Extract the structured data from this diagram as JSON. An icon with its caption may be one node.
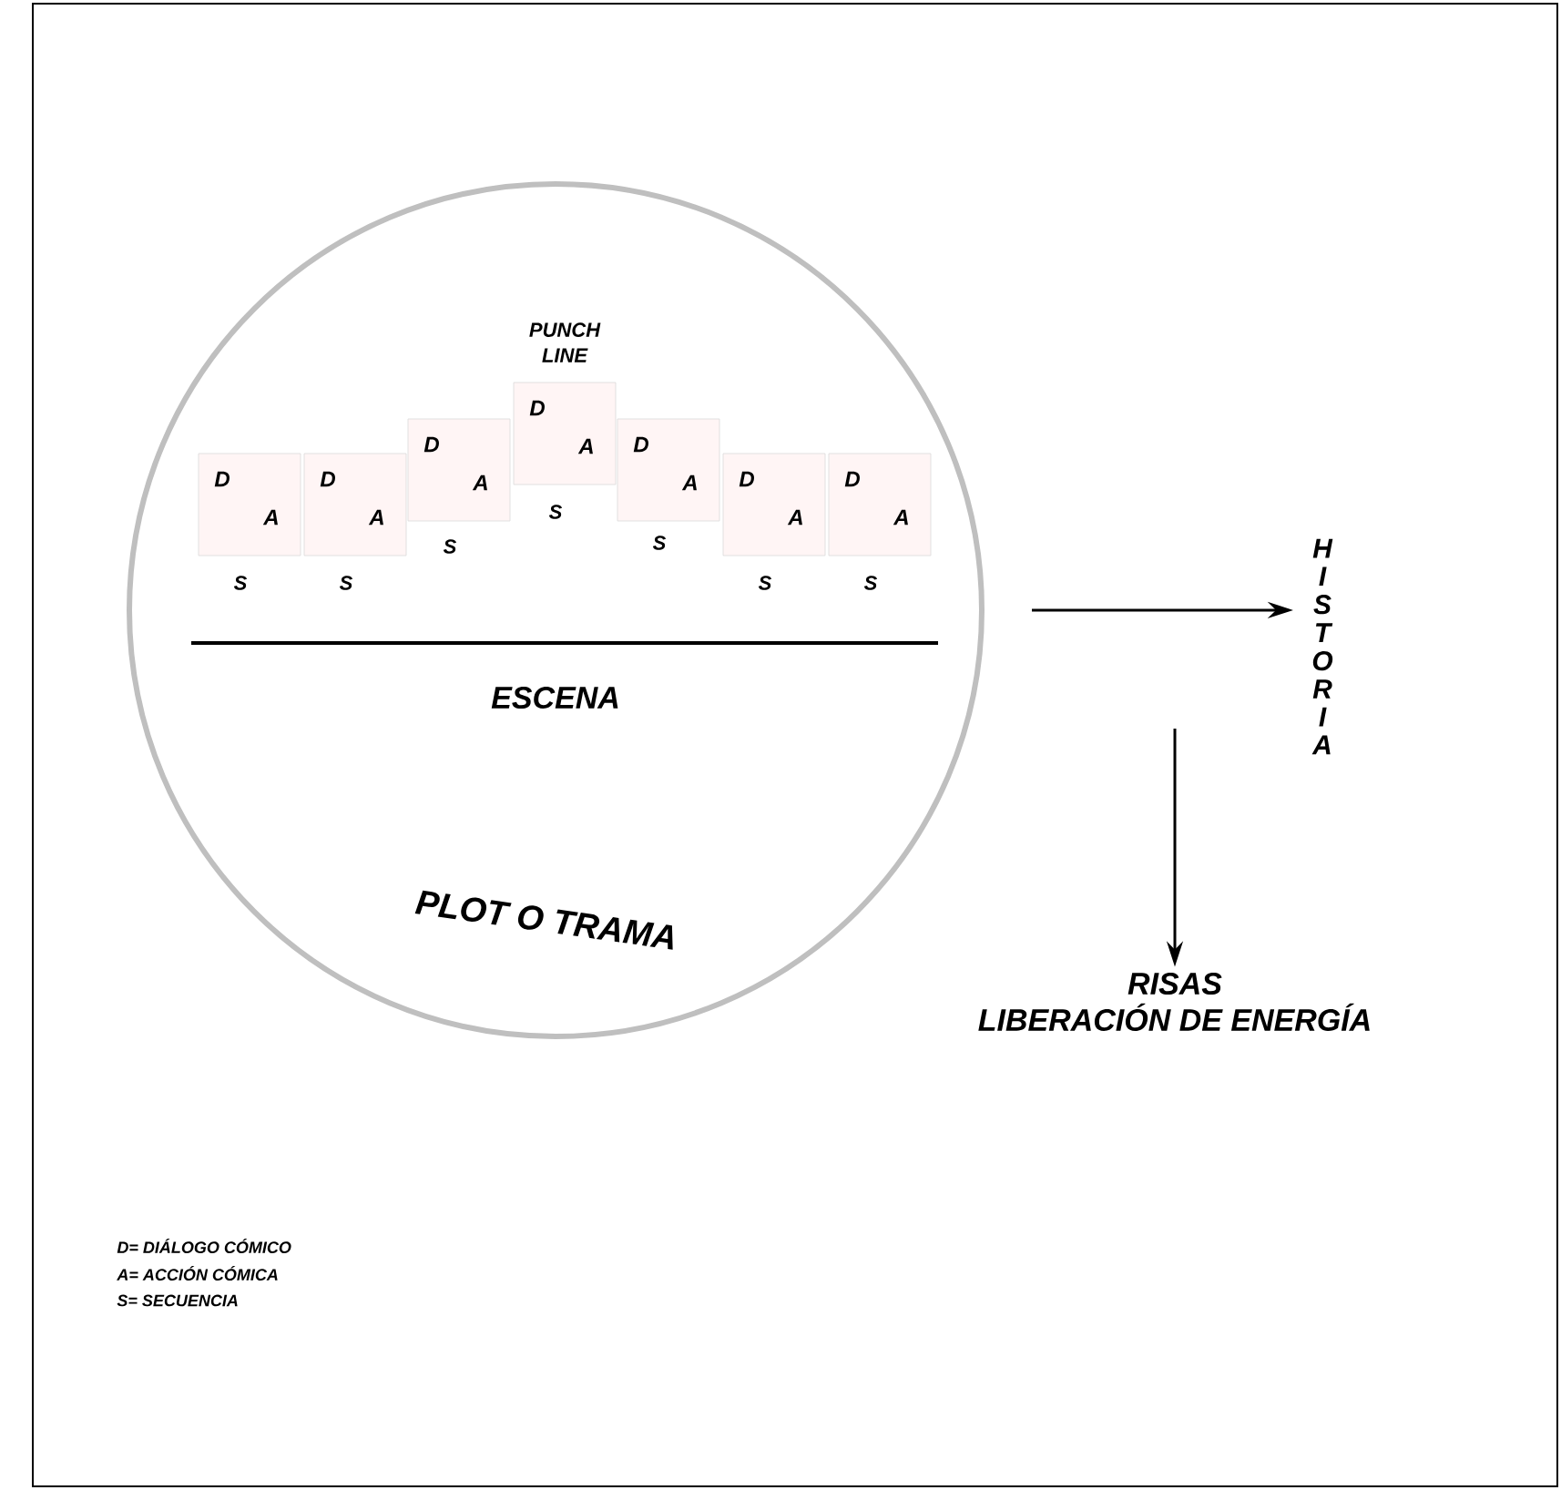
{
  "diagram": {
    "nodes": [
      {
        "text": [
          "ESCENA",
          "PLOT O TRAMA"
        ]
      },
      {
        "text": [
          "D",
          "A"
        ],
        "beside": [
          "S"
        ],
        "in": 0
      },
      {
        "text": [
          "D",
          "A"
        ],
        "beside": [
          "S"
        ],
        "in": 0
      },
      {
        "text": [
          "D",
          "A"
        ],
        "beside": [
          "S"
        ],
        "in": 0
      },
      {
        "text": [
          "D",
          "A"
        ],
        "beside": [
          "PUNCH LINE",
          "S"
        ],
        "in": 0
      },
      {
        "text": [
          "D",
          "A"
        ],
        "beside": [
          "S"
        ],
        "in": 0
      },
      {
        "text": [
          "D",
          "A"
        ],
        "beside": [
          "S"
        ],
        "in": 0
      },
      {
        "text": [
          "D",
          "A"
        ],
        "beside": [
          "S"
        ],
        "in": 0
      },
      {
        "text": [
          "HISTORIA"
        ]
      },
      {
        "text": [
          "RISAS",
          "LIBERACIÓN DE ENERGÍA"
        ]
      }
    ],
    "edges": [
      {
        "from": 0,
        "to": 8,
        "arrow": "to"
      },
      {
        "from": null,
        "to": 9,
        "arrow": "to"
      }
    ],
    "labels": [
      "D= DIÁLOGO CÓMICO",
      "A= ACCIÓN CÓMICA",
      "S= SECUENCIA"
    ]
  }
}
